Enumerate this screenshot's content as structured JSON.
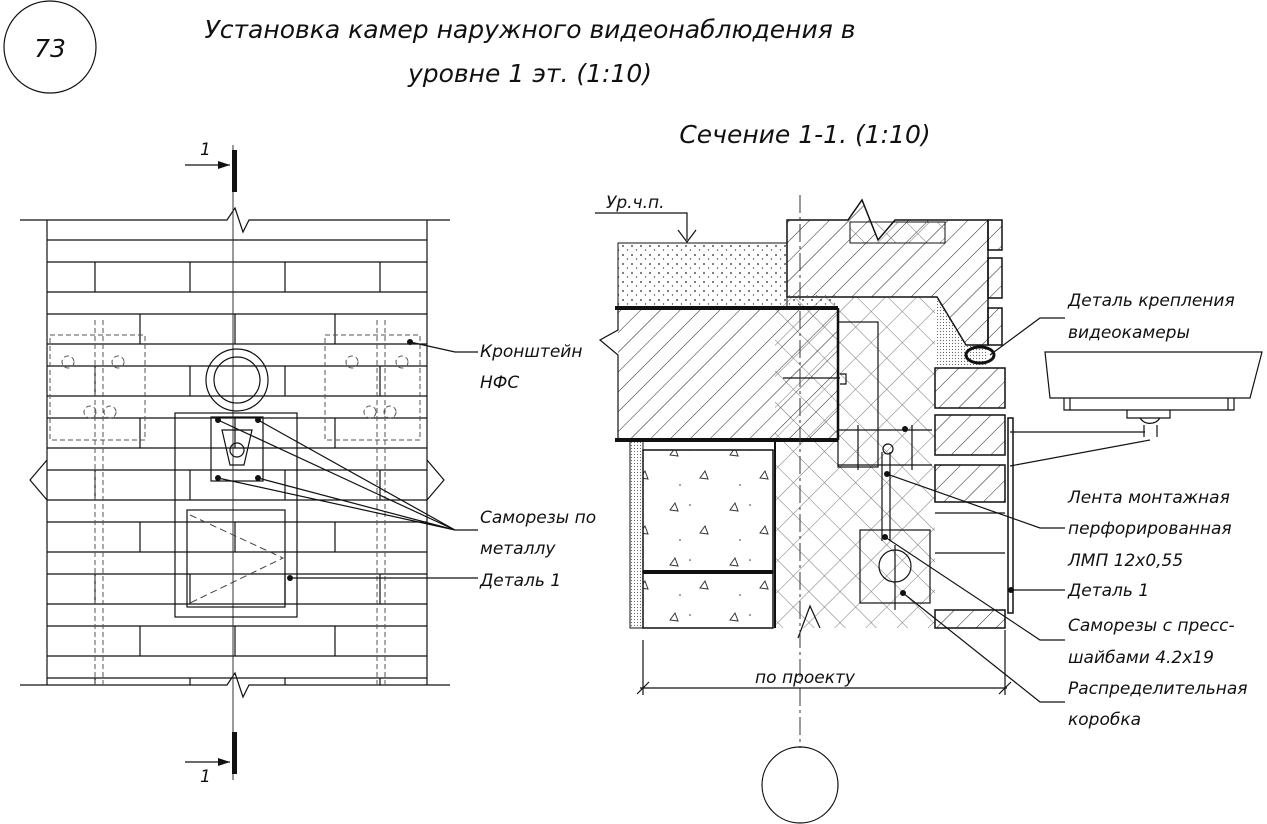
{
  "sheet_number": "73",
  "title": {
    "line1": "Установка камер наружного видеонаблюдения в",
    "line2": "уровне 1 эт. (1:10)"
  },
  "section_title": "Сечение 1-1. (1:10)",
  "section_marks": {
    "top": "1",
    "bottom": "1"
  },
  "plan_labels": {
    "bracket_line1": "Кронштейн",
    "bracket_line2": "НФС",
    "screws_line1": "Саморезы по",
    "screws_line2": "металлу",
    "detail1": "Деталь 1"
  },
  "section_labels": {
    "floor_level": "Ур.ч.п.",
    "camera_mount_line1": "Деталь крепления",
    "camera_mount_line2": "видеокамеры",
    "tape_line1": "Лента монтажная",
    "tape_line2": "перфорированная",
    "tape_line3": "ЛМП 12х0,55",
    "detail1": "Деталь 1",
    "screws_line1": "Саморезы с пресс-",
    "screws_line2": "шайбами 4.2х19",
    "box_line1": "Распределительная",
    "box_line2": "коробка",
    "dimension": "по проекту"
  }
}
